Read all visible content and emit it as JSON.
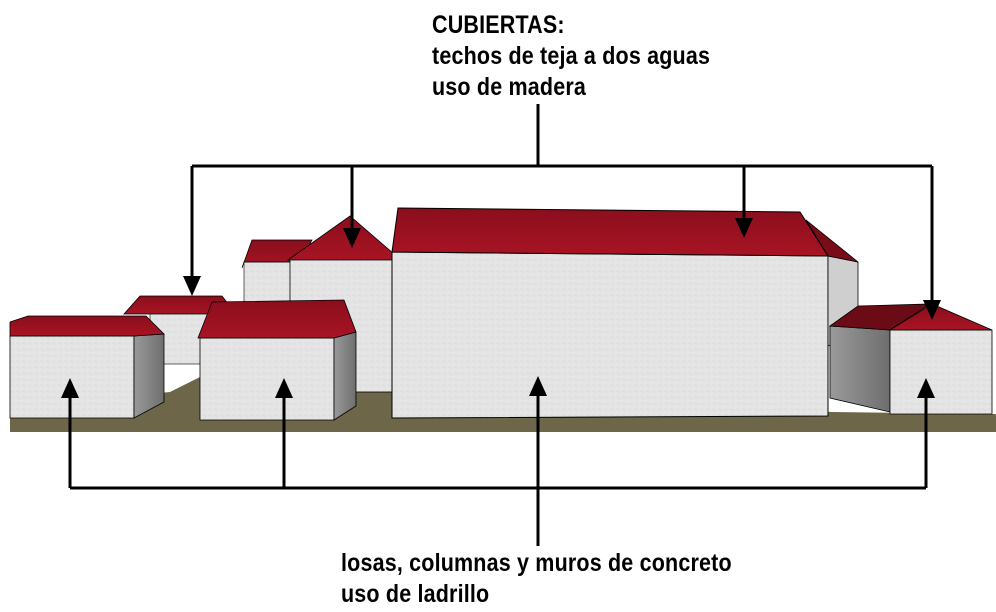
{
  "top_annotation": {
    "heading": "CUBIERTAS:",
    "lines": [
      "techos de teja a dos aguas",
      "uso de madera"
    ]
  },
  "bottom_annotation": {
    "lines": [
      "losas, columnas y muros de concreto",
      "uso de ladrillo"
    ]
  },
  "colors": {
    "roof": "#9e1020",
    "roof_dark": "#6a0b15",
    "wall_light": "#e6e6e6",
    "wall_shadow": "#8c8c8c",
    "ground": "#6e6648",
    "line": "#000000"
  }
}
